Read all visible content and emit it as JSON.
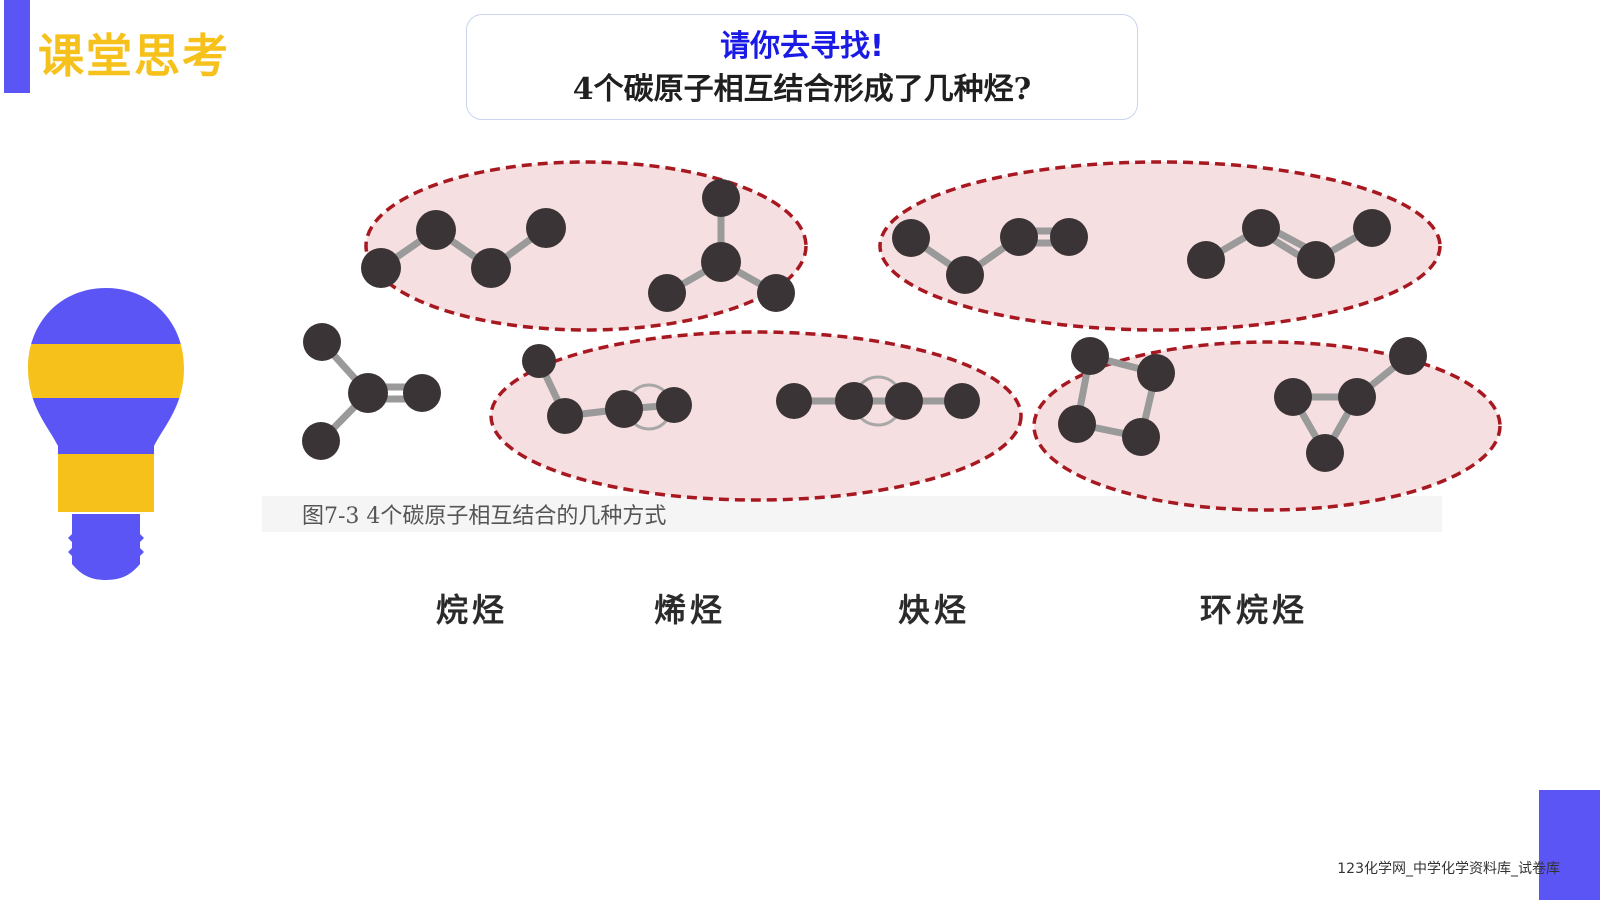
{
  "header": {
    "section_title": "课堂思考"
  },
  "prompt": {
    "line1": "请你去寻找!",
    "line2": "4个碳原子相互结合形成了几种烃?"
  },
  "figure": {
    "caption": "图7-3    4个碳原子相互结合的几种方式"
  },
  "categories": [
    {
      "label": "烷烃"
    },
    {
      "label": "烯烃"
    },
    {
      "label": "炔烃"
    },
    {
      "label": "环烷烃"
    }
  ],
  "footer": {
    "text": "123化学网_中学化学资料库_试卷库"
  },
  "colors": {
    "accent": "#5b55f5",
    "title_yellow": "#f5c11a",
    "prompt_blue": "#1a1ae6",
    "ellipse_border": "#a81820",
    "ellipse_fill": "#f7e0e2",
    "atom": "#3a3436",
    "bond": "#9a9a9a"
  },
  "icons": {
    "bulb": "lightbulb-icon"
  }
}
